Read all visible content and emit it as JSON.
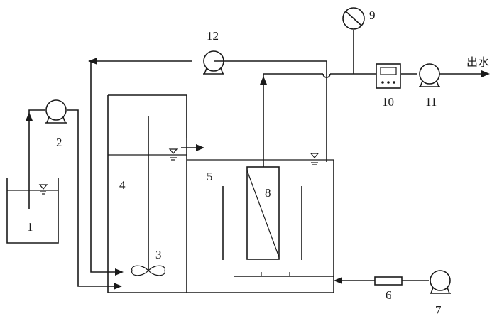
{
  "labels": {
    "feed_tank": "1",
    "feed_pump": "2",
    "agitator": "3",
    "anoxic_zone": "4",
    "aerobic_zone": "5",
    "aerator": "6",
    "air_pump": "7",
    "membrane_module": "8",
    "pressure_gauge": "9",
    "controller": "10",
    "suction_pump": "11",
    "recycle_pump": "12"
  },
  "outlet_label": "出水",
  "colors": {
    "line": "#1a1a1a",
    "background": "#ffffff"
  },
  "icons": [
    "pump-icon",
    "gauge-icon",
    "agitator-icon",
    "water-level-icon",
    "controller-icon",
    "flowmeter-icon"
  ]
}
